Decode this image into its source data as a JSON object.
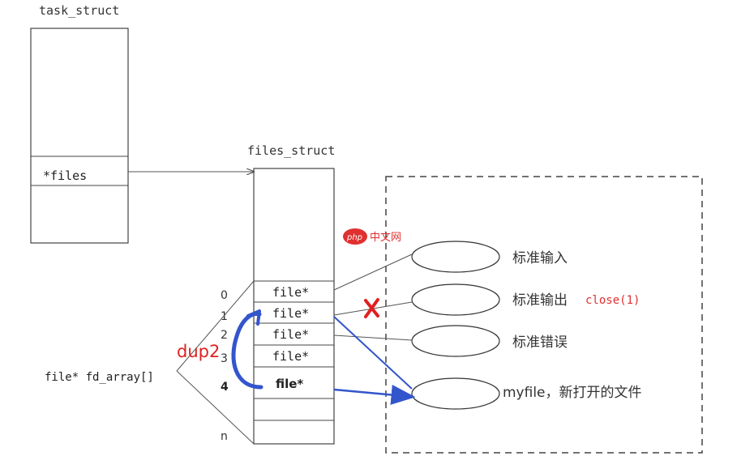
{
  "task_struct": {
    "title": "task_struct",
    "field": "*files"
  },
  "files_struct": {
    "title": "files_struct",
    "fd_array_label": "file* fd_array[]",
    "index_labels": [
      "0",
      "1",
      "2",
      "3",
      "4",
      "n"
    ],
    "slots": [
      "file*",
      "file*",
      "file*",
      "file*",
      "file*"
    ]
  },
  "files": [
    {
      "label": "标准输入",
      "note": ""
    },
    {
      "label": "标准输出",
      "note": "close(1)"
    },
    {
      "label": "标准错误",
      "note": ""
    },
    {
      "label": "myfile，新打开的文件",
      "note": ""
    }
  ],
  "annotations": {
    "dup2": "dup2",
    "watermark": "php中文网"
  },
  "colors": {
    "line": "#555555",
    "blue": "#3355cc",
    "red": "#e02020",
    "dashed": "#444444"
  }
}
